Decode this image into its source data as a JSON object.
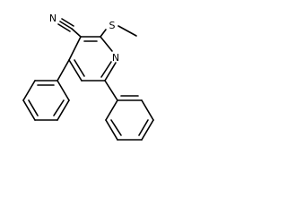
{
  "molecule": {
    "atoms": {
      "S": "S",
      "N_ring": "N",
      "N_nitrile": "N"
    },
    "colors": {
      "bond": "#000000",
      "label": "#000000",
      "background": "#ffffff"
    }
  }
}
